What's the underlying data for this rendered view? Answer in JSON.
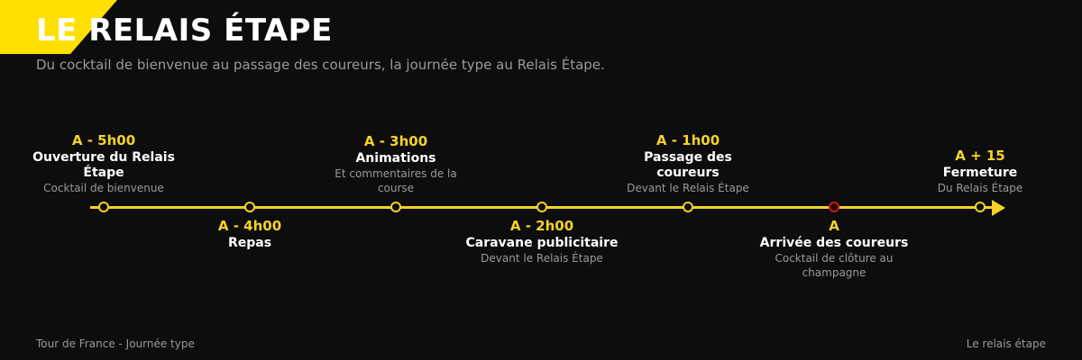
{
  "header": {
    "title": "LE RELAIS ÉTAPE",
    "subtitle": "Du cocktail de bienvenue au passage des coureurs, la journée type au Relais Étape."
  },
  "colors": {
    "accent": "#f5d327",
    "banner": "#ffe000",
    "finish": "#c41a22",
    "background": "#0d0d0d",
    "muted": "#9a9a9a"
  },
  "timeline": {
    "events": [
      {
        "time": "A - 5h00",
        "name": "Ouverture du Relais Étape",
        "desc": "Cocktail de bienvenue",
        "side": "above"
      },
      {
        "time": "A - 4h00",
        "name": "Repas",
        "desc": "",
        "side": "below"
      },
      {
        "time": "A - 3h00",
        "name": "Animations",
        "desc": "Et commentaires de la course",
        "side": "above"
      },
      {
        "time": "A - 2h00",
        "name": "Caravane publicitaire",
        "desc": "Devant le Relais Étape",
        "side": "below"
      },
      {
        "time": "A - 1h00",
        "name": "Passage des coureurs",
        "desc": "Devant le Relais Étape",
        "side": "above"
      },
      {
        "time": "A",
        "name": "Arrivée des coureurs",
        "desc": "Cocktail de clôture au champagne",
        "side": "below",
        "highlight": true
      },
      {
        "time": "A + 15",
        "name": "Fermeture",
        "desc": "Du Relais Étape",
        "side": "above"
      }
    ]
  },
  "footer": {
    "left": "Tour de France - Journée type",
    "right": "Le relais étape"
  }
}
